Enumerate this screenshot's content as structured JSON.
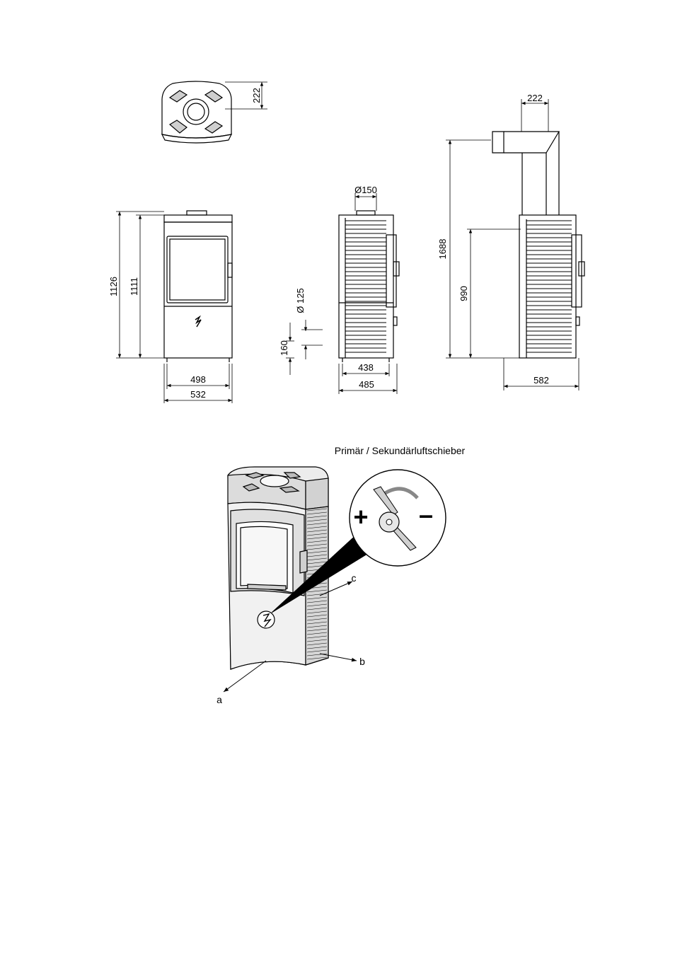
{
  "dimensions": {
    "top_depth": "222",
    "flue_top_offset": "222",
    "flue_diameter": "Ø150",
    "height_total": "1126",
    "height_body": "1111",
    "air_inlet_diameter": "Ø 125",
    "air_inlet_height": "160",
    "width_inner": "498",
    "width_outer": "532",
    "depth_inner": "438",
    "depth_outer": "485",
    "flue_height": "1688",
    "rear_flue_height": "990",
    "depth_with_flue": "582"
  },
  "detail": {
    "caption": "Primär / Sekundärluftschieber",
    "plus": "+",
    "minus": "–",
    "axis_a": "a",
    "axis_b": "b",
    "axis_c": "c"
  }
}
